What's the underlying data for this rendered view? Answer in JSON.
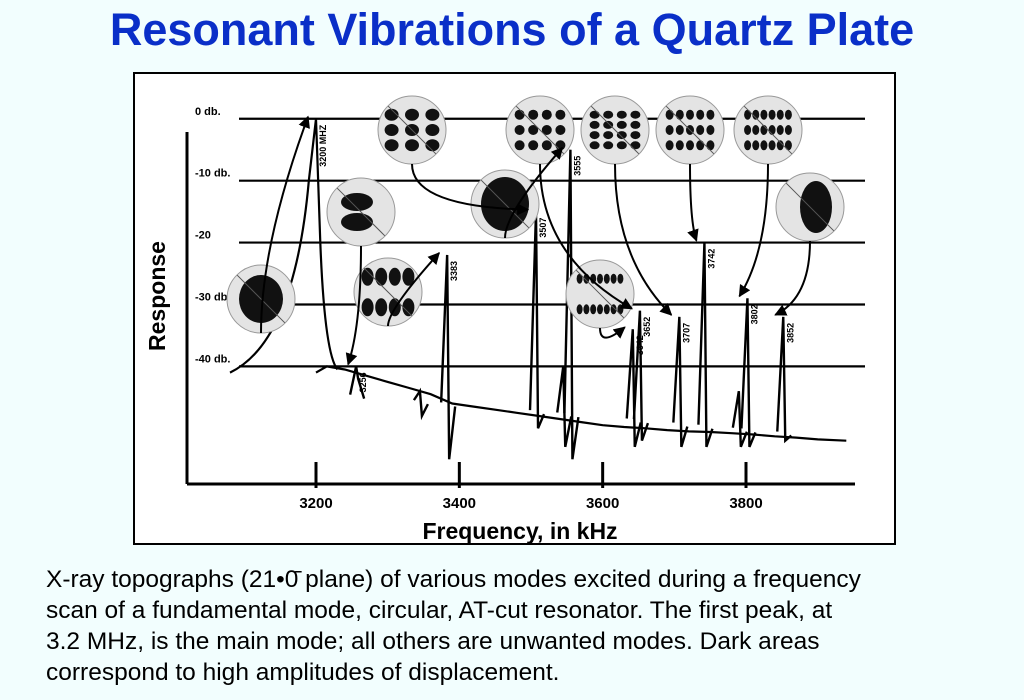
{
  "page": {
    "title": "Resonant Vibrations of a Quartz Plate",
    "caption_lines": [
      "X-ray topographs (21•0̄ plane) of various modes excited during a frequency",
      "scan of a fundamental mode, circular, AT-cut resonator.  The first peak, at",
      "3.2 MHz, is the main mode; all others are unwanted modes.  Dark areas",
      "correspond to high amplitudes of displacement."
    ]
  },
  "colors": {
    "title": "#0a2fc8",
    "background": "#f2fefe",
    "ink": "#000000"
  },
  "chart_data": {
    "type": "line",
    "xlabel": "Frequency, in kHz",
    "ylabel": "Response",
    "xlim": [
      3020,
      3980
    ],
    "ylim": [
      -59,
      4
    ],
    "x_ticks": [
      3200,
      3400,
      3600,
      3800
    ],
    "y_levels": [
      {
        "value": 0,
        "label": "0 db."
      },
      {
        "value": -10,
        "label": "-10 db."
      },
      {
        "value": -20,
        "label": "-20"
      },
      {
        "value": -30,
        "label": "-30 db."
      },
      {
        "value": -40,
        "label": "-40 db."
      }
    ],
    "baseline": [
      [
        3200,
        -41
      ],
      [
        3215,
        -40
      ],
      [
        3240,
        -40.5
      ],
      [
        3270,
        -41.5
      ],
      [
        3300,
        -42.5
      ],
      [
        3330,
        -43.5
      ],
      [
        3360,
        -44.5
      ],
      [
        3390,
        -46
      ],
      [
        3420,
        -46.5
      ],
      [
        3450,
        -47
      ],
      [
        3480,
        -47.5
      ],
      [
        3510,
        -48
      ],
      [
        3540,
        -48.5
      ],
      [
        3570,
        -49
      ],
      [
        3600,
        -49.5
      ],
      [
        3630,
        -49.8
      ],
      [
        3660,
        -50
      ],
      [
        3690,
        -50.3
      ],
      [
        3720,
        -50.5
      ],
      [
        3750,
        -50.6
      ],
      [
        3780,
        -50.8
      ],
      [
        3810,
        -51
      ],
      [
        3840,
        -51.3
      ],
      [
        3870,
        -51.5
      ],
      [
        3900,
        -51.8
      ],
      [
        3940,
        -52
      ]
    ],
    "peaks": [
      {
        "x": 3200,
        "y": 0,
        "label": "3200\nMHZ",
        "dip": -43
      },
      {
        "x": 3256,
        "y": -40,
        "label": "3256",
        "dip": -42
      },
      {
        "x": 3345,
        "y": -44,
        "label": "",
        "dip": -48
      },
      {
        "x": 3383,
        "y": -22,
        "label": "3383",
        "dip": -55
      },
      {
        "x": 3507,
        "y": -15,
        "label": "3507",
        "dip": -50
      },
      {
        "x": 3555,
        "y": -5,
        "label": "3555",
        "dip": -55
      },
      {
        "x": 3545,
        "y": -40,
        "label": "",
        "dip": -53
      },
      {
        "x": 3642,
        "y": -34,
        "label": "3642",
        "dip": -53
      },
      {
        "x": 3652,
        "y": -31,
        "label": "3652",
        "dip": -52
      },
      {
        "x": 3707,
        "y": -32,
        "label": "3707",
        "dip": -53
      },
      {
        "x": 3742,
        "y": -20,
        "label": "3742",
        "dip": -53
      },
      {
        "x": 3790,
        "y": -44,
        "label": "",
        "dip": -53
      },
      {
        "x": 3802,
        "y": -29,
        "label": "3802",
        "dip": -53
      },
      {
        "x": 3852,
        "y": -32,
        "label": "3852",
        "dip": -52
      }
    ],
    "topographs": [
      {
        "name": "mode-3200",
        "pattern": "solid",
        "pointer_to": 3200
      },
      {
        "name": "mode-3256",
        "pattern": "double",
        "pointer_to": 3256
      },
      {
        "name": "mode-3383",
        "pattern": "rows-3",
        "pointer_to": 3383
      },
      {
        "name": "mode-3507",
        "pattern": "grid-3x3",
        "pointer_to": 3507
      },
      {
        "name": "mode-3555",
        "pattern": "wide",
        "pointer_to": 3555
      },
      {
        "name": "mode-3642",
        "pattern": "fine-rows",
        "pointer_to": 3642
      },
      {
        "name": "mode-3652",
        "pattern": "grid-4x3",
        "pointer_to": 3652
      },
      {
        "name": "mode-3707",
        "pattern": "grid-4x4",
        "pointer_to": 3707
      },
      {
        "name": "mode-3742",
        "pattern": "grid-5x3",
        "pointer_to": 3742
      },
      {
        "name": "mode-3802",
        "pattern": "grid-6x3",
        "pointer_to": 3802
      },
      {
        "name": "mode-3852",
        "pattern": "half",
        "pointer_to": 3852
      }
    ]
  }
}
